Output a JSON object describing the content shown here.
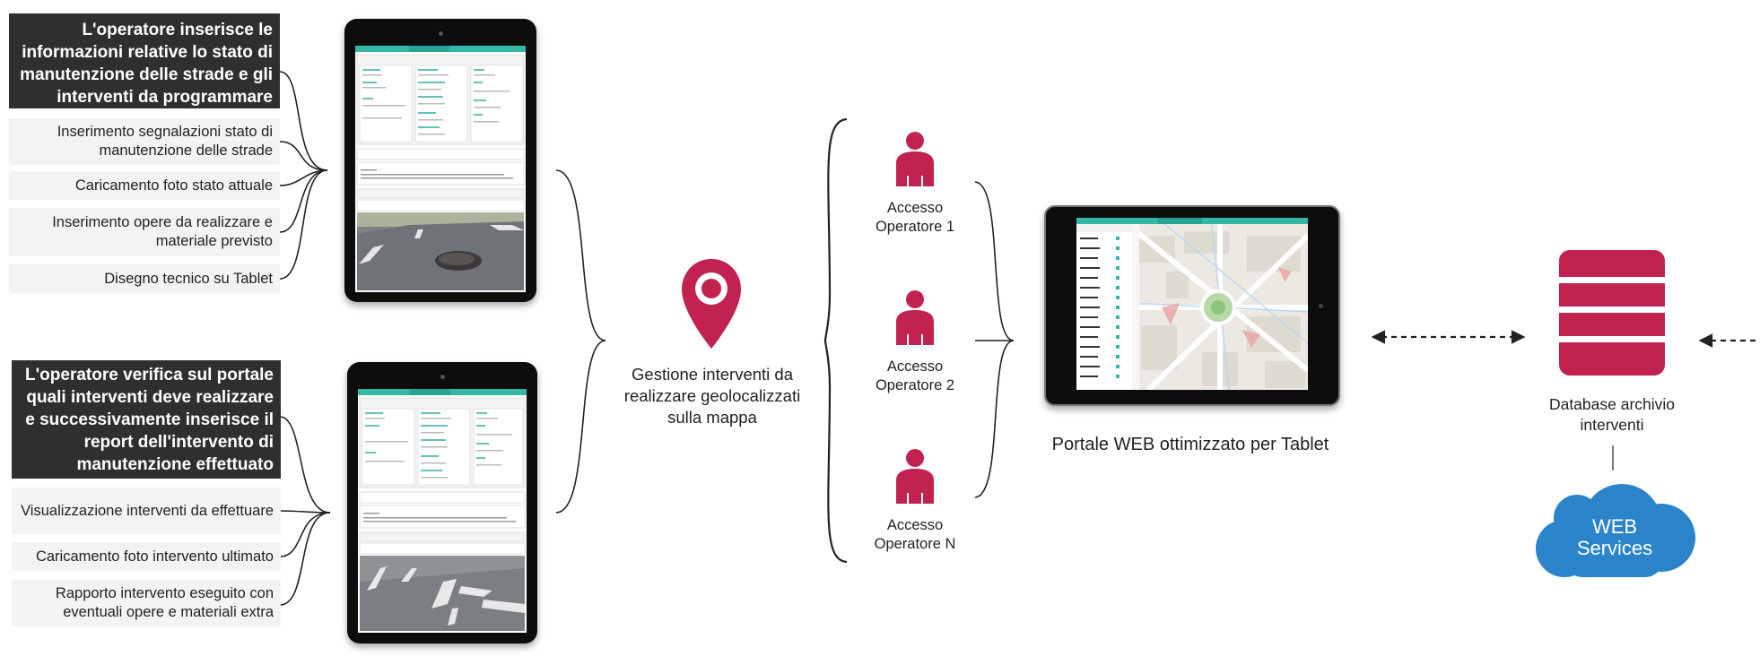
{
  "top_section": {
    "header": "L'operatore inserisce le informazioni relative lo stato di manutenzione delle strade e gli interventi da programmare",
    "items": [
      "Inserimento segnalazioni stato di manutenzione delle strade",
      "Caricamento foto stato attuale",
      "Inserimento opere da realizzare e materiale previsto",
      "Disegno tecnico su Tablet"
    ]
  },
  "bottom_section": {
    "header": "L'operatore verifica sul portale quali interventi deve realizzare e successivamente inserisce il report dell'intervento di manutenzione effettuato",
    "items": [
      "Visualizzazione interventi da effettuare",
      "Caricamento foto intervento ultimato",
      "Rapporto intervento eseguito con eventuali opere e materiali extra"
    ]
  },
  "map_node": {
    "label": "Gestione interventi da realizzare geolocalizzati sulla mappa",
    "icon": "map-pin-icon"
  },
  "operators": [
    {
      "label": "Accesso Operatore 1",
      "icon": "user-icon"
    },
    {
      "label": "Accesso Operatore 2",
      "icon": "user-icon"
    },
    {
      "label": "Accesso Operatore N",
      "icon": "user-icon"
    }
  ],
  "portal": {
    "label": "Portale WEB ottimizzato per Tablet"
  },
  "database": {
    "label": "Database archivio interventi",
    "icon": "database-icon"
  },
  "web_services": {
    "label": "WEB Services",
    "icon": "cloud-icon"
  },
  "colors": {
    "accent": "#c2224f",
    "dark_box": "#2f2f2f",
    "light_box": "#f4f2f2",
    "cloud": "#2b84c9",
    "teal": "#33b7a7"
  }
}
